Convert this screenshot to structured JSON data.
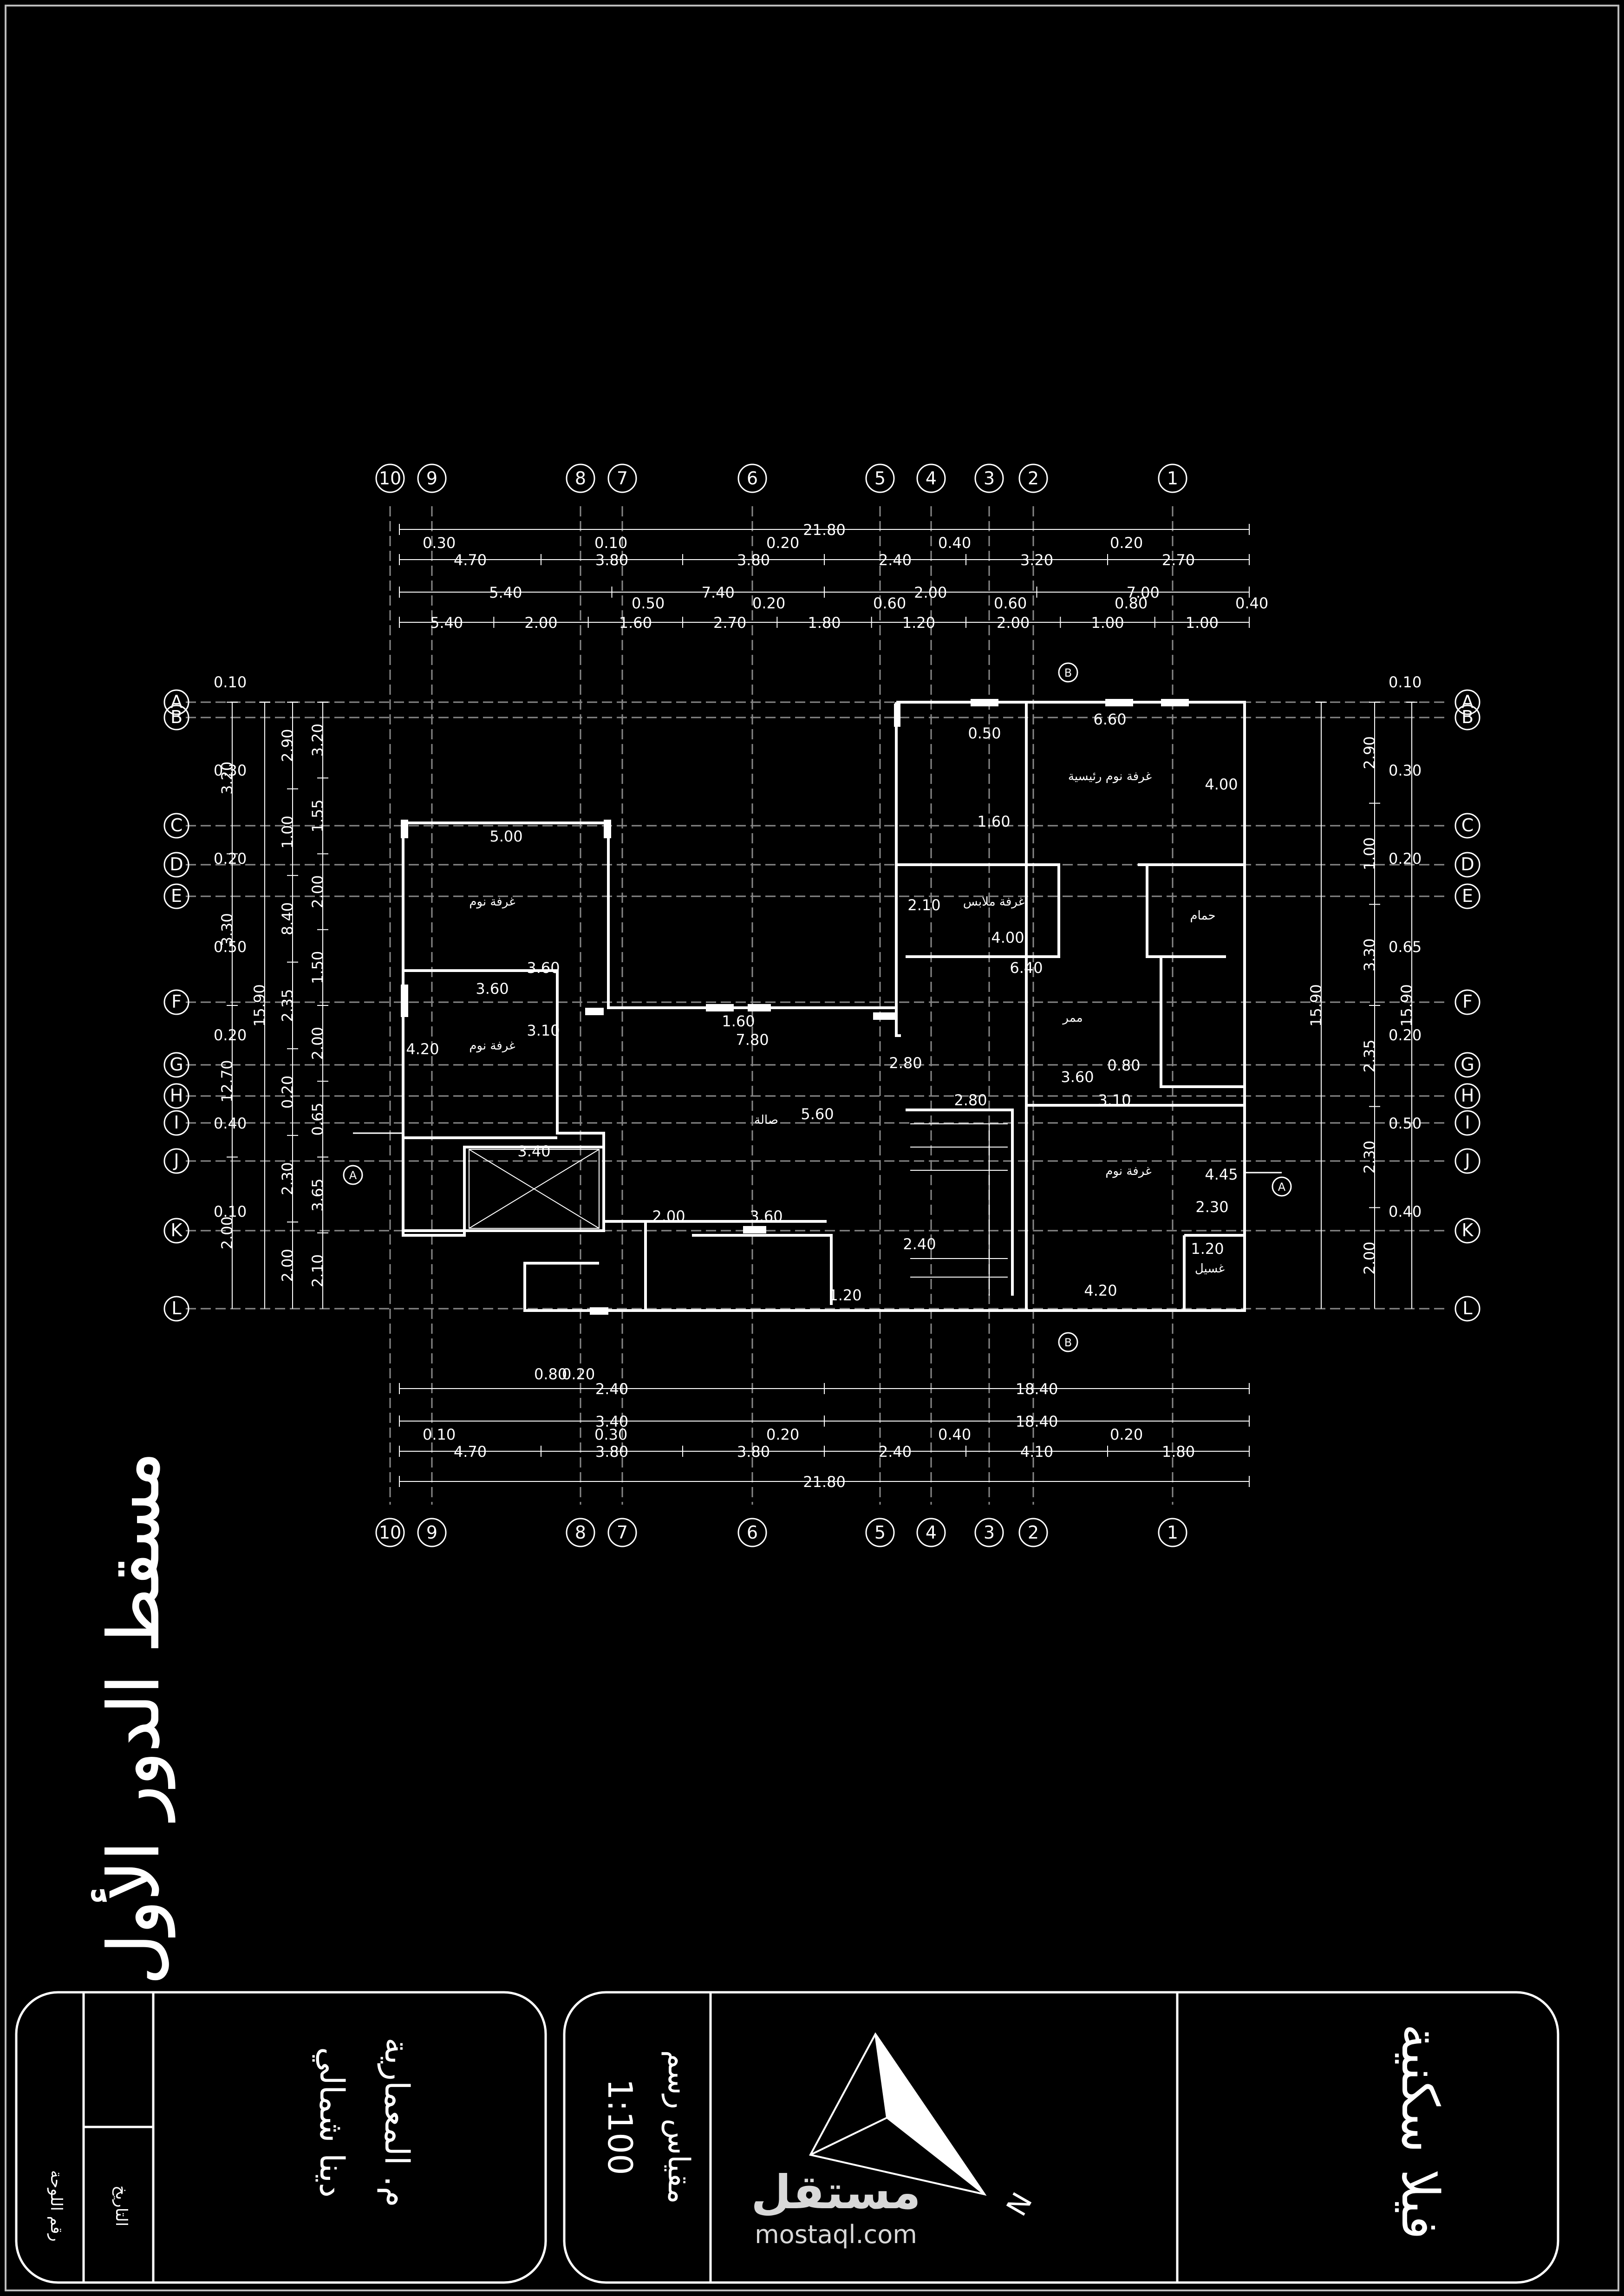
{
  "sheet": {
    "title": "مسقط الدور الأول",
    "project": "فيلا سكنية",
    "office_line1": "م. المعمارية",
    "office_line2": "دينا شمالي",
    "scale_label": "مقياس رسم",
    "scale_value": "1:100",
    "date_label": "التاريخ",
    "sheet_no_label": "رقم اللوحة",
    "north_label": "N",
    "watermark_ar": "مستقل",
    "watermark_url": "mostaql.com"
  },
  "grid": {
    "col_labels": [
      "10",
      "9",
      "8",
      "7",
      "6",
      "5",
      "4",
      "3",
      "2",
      "1"
    ],
    "row_labels": [
      "A",
      "B",
      "C",
      "D",
      "E",
      "F",
      "G",
      "H",
      "I",
      "J",
      "K",
      "L"
    ]
  },
  "dims": {
    "top_total": "21.80",
    "top_row1": [
      "4.70",
      "3.80",
      "3.80",
      "2.40",
      "3.20",
      "2.70"
    ],
    "top_row1_small": [
      "0.30",
      "0.10",
      "0.20",
      "0.40",
      "0.20"
    ],
    "top_row2": [
      "5.40",
      "7.40",
      "2.00",
      "7.00"
    ],
    "top_row3": [
      "5.40",
      "2.00",
      "1.60",
      "2.70",
      "1.80",
      "1.20",
      "2.00",
      "1.00",
      "1.00"
    ],
    "top_row3_small": [
      "0.50",
      "0.20",
      "0.60",
      "0.60",
      "0.80",
      "0.40"
    ],
    "bottom_total": "21.80",
    "bottom_row1": [
      "4.70",
      "3.80",
      "3.80",
      "2.40",
      "4.10",
      "1.80"
    ],
    "bottom_row1_small": [
      "0.10",
      "0.30",
      "0.20",
      "0.40",
      "0.20"
    ],
    "bottom_row2": [
      "3.40",
      "18.40"
    ],
    "bottom_row3": [
      "2.40",
      "18.40"
    ],
    "bottom_row3_small": [
      "0.80",
      "0.20"
    ],
    "left_total": "15.90",
    "left_outer": [
      "3.20",
      "3.30",
      "12.70",
      "2.00"
    ],
    "left_mid": [
      "2.90",
      "1.00",
      "8.40",
      "2.35",
      "0.20",
      "2.30",
      "2.00"
    ],
    "left_inner": [
      "3.20",
      "1.55",
      "2.00",
      "1.50",
      "2.00",
      "0.65",
      "3.65",
      "2.10"
    ],
    "left_small": [
      "0.10",
      "0.30",
      "0.20",
      "0.50",
      "0.20",
      "0.40",
      "0.10"
    ],
    "right_total": "15.90",
    "right_vals": [
      "2.90",
      "1.00",
      "3.30",
      "2.35",
      "2.30",
      "2.00"
    ],
    "right_small": [
      "0.10",
      "0.30",
      "0.20",
      "0.65",
      "0.20",
      "0.50",
      "0.40"
    ],
    "interior": [
      "6.60",
      "4.00",
      "5.00",
      "3.60",
      "3.60",
      "4.20",
      "4.00",
      "7.80",
      "1.60",
      "3.40",
      "3.60",
      "3.10",
      "2.80",
      "3.60",
      "4.20",
      "2.40",
      "2.00",
      "1.20",
      "5.60",
      "2.80",
      "4.45",
      "2.30",
      "0.80",
      "1.20",
      "3.10",
      "6.40",
      "2.10",
      "0.50",
      "1.60"
    ]
  },
  "rooms": {
    "master": "غرفة نوم رئيسية",
    "bedroom_a": "غرفة نوم",
    "bedroom_b": "غرفة نوم",
    "dressing": "غرفة ملابس",
    "corridor": "ممر",
    "hall": "صالة",
    "bedroom_c": "غرفة نوم",
    "laundry": "غسيل",
    "wc": "حمام"
  },
  "section_marks": [
    "A",
    "A",
    "B",
    "B"
  ]
}
